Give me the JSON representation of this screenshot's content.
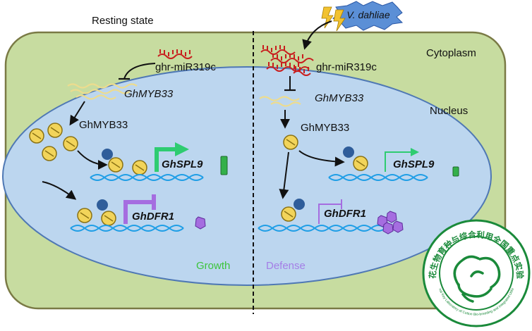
{
  "labels": {
    "resting_state": "Resting state",
    "pathogen": "V. dahliae",
    "cytoplasm": "Cytoplasm",
    "nucleus": "Nucleus",
    "mirna_left": "ghr-miR319c",
    "mirna_right": "ghr-miR319c",
    "target_gene_left": "GhMYB33",
    "target_gene_right": "GhMYB33",
    "protein_left": "GhMYB33",
    "protein_right": "GhMYB33",
    "spl9_left": "GhSPL9",
    "spl9_right": "GhSPL9",
    "dfr1_left": "GhDFR1",
    "dfr1_right": "GhDFR1",
    "growth": "Growth",
    "defense": "Defense"
  },
  "colors": {
    "cell_wall": "#7a7a45",
    "cytoplasm": "#c7dca0",
    "nucleus": "#bcd6ef",
    "nucleus_border": "#4f78b4",
    "dna": "#1f9ee6",
    "mirna": "#c81e1e",
    "mrna": "#eddc8e",
    "protein": "#f2d45a",
    "cofactor": "#2f5d9a",
    "spl9_arrow": "#2ecc71",
    "dfr1_arrow": "#a56de0",
    "growth_text": "#3cc43c",
    "defense_text": "#a47ee6",
    "pathogen": "#5b8fd6"
  },
  "logo": {
    "ring_text": "棉花生物育种与综合利用全国重点实验室",
    "ring_text_en": "National Key Laboratory of Cotton Bio-breeding and Integrated Utilization",
    "color": "#1a8a3a"
  }
}
